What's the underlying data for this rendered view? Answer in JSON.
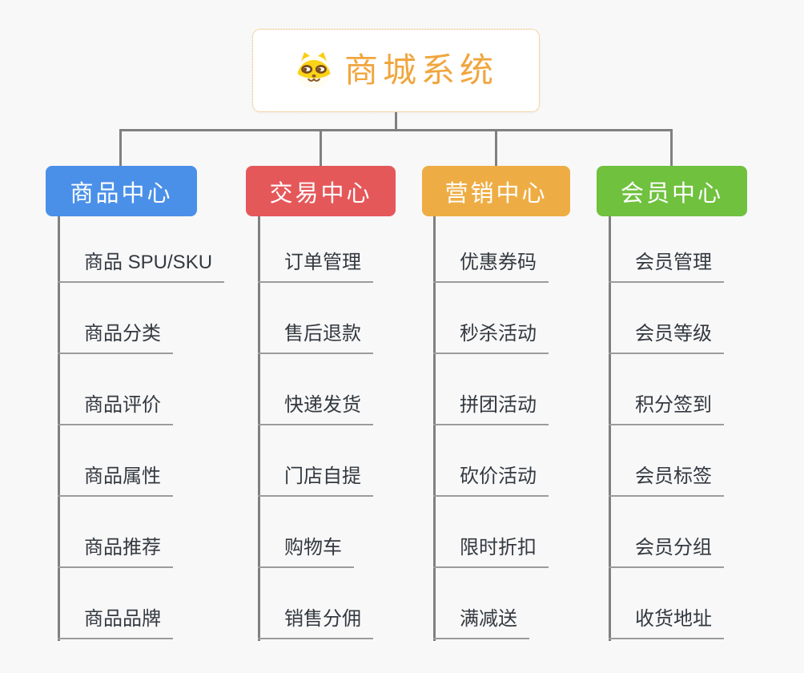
{
  "canvas": {
    "background": "#f8f8f8",
    "connector_color": "#808080",
    "underline_color": "#9b9b9b",
    "child_text_color": "#333940"
  },
  "root": {
    "title": "商城系统",
    "icon": "shiba-dog-icon",
    "title_color": "#f0a63e",
    "border_color": "#efa94e",
    "background": "#ffffff"
  },
  "branches": [
    {
      "label": "商品中心",
      "color": "#4a90e8",
      "children": [
        "商品 SPU/SKU",
        "商品分类",
        "商品评价",
        "商品属性",
        "商品推荐",
        "商品品牌"
      ]
    },
    {
      "label": "交易中心",
      "color": "#e5585a",
      "children": [
        "订单管理",
        "售后退款",
        "快递发货",
        "门店自提",
        "购物车",
        "销售分佣"
      ]
    },
    {
      "label": "营销中心",
      "color": "#eead44",
      "children": [
        "优惠券码",
        "秒杀活动",
        "拼团活动",
        "砍价活动",
        "限时折扣",
        "满减送"
      ]
    },
    {
      "label": "会员中心",
      "color": "#6fc13e",
      "children": [
        "会员管理",
        "会员等级",
        "积分签到",
        "会员标签",
        "会员分组",
        "收货地址"
      ]
    }
  ]
}
